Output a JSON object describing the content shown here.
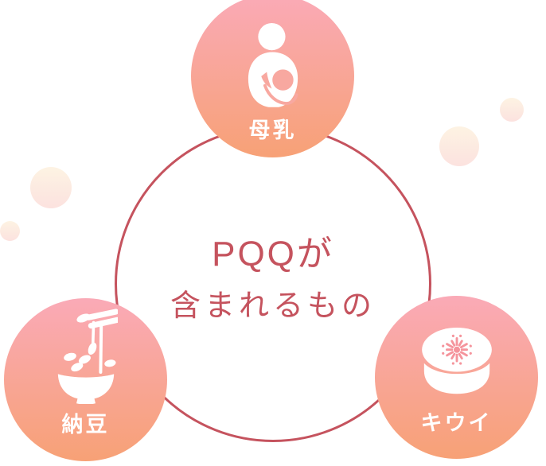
{
  "title": {
    "line1": "PQQが",
    "line2": "含まれるもの"
  },
  "items": [
    {
      "id": "breast-milk",
      "label": "母乳",
      "icon": "breastfeeding-icon"
    },
    {
      "id": "natto",
      "label": "納豆",
      "icon": "natto-bowl-icon"
    },
    {
      "id": "kiwi",
      "label": "キウイ",
      "icon": "kiwi-fruit-icon"
    }
  ],
  "colors": {
    "accent_text": "#c5535e",
    "ring_stroke": "#c5535e",
    "circle_gradient_top": "#faaab7",
    "circle_gradient_bottom": "#f7a176",
    "deco_gradient_top": "#fdf3e3",
    "deco_gradient_bottom": "#fce2df",
    "label_text": "#ffffff",
    "icon_fill": "#ffffff",
    "icon_hole_warm": "#f8a8a0",
    "icon_hole_pink": "#f5949c"
  }
}
